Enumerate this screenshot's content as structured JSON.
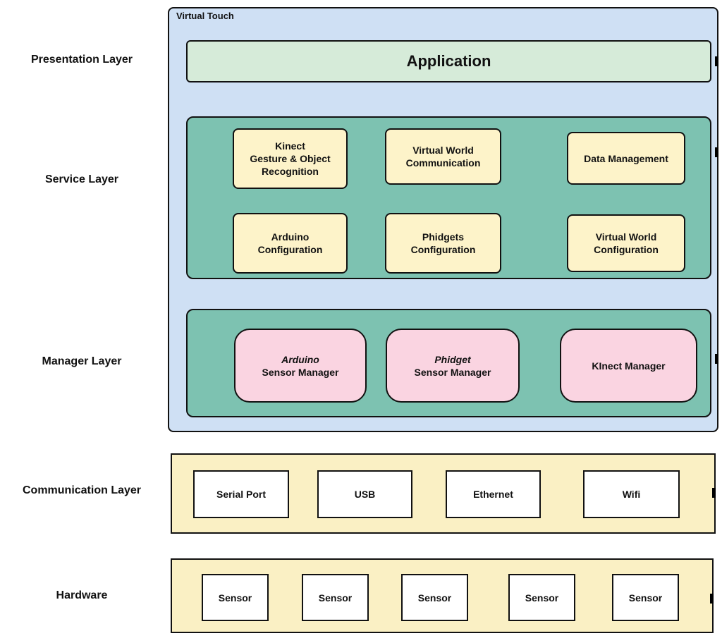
{
  "title": "Virtual Touch",
  "labels": [
    "Presentation Layer",
    "Service Layer",
    "Manager Layer",
    "Communication Layer",
    "Hardware"
  ],
  "presentation": {
    "application": "Application"
  },
  "service": {
    "row1": [
      "Kinect\nGesture & Object\nRecognition",
      "Virtual World\nCommunication",
      "Data Management"
    ],
    "row2": [
      "Arduino\nConfiguration",
      "Phidgets\nConfiguration",
      "Virtual World\nConfiguration"
    ]
  },
  "manager": {
    "boxes": [
      {
        "brand": "Arduino",
        "name": "Sensor Manager"
      },
      {
        "brand": "Phidget",
        "name": "Sensor Manager"
      },
      {
        "brand": "",
        "name": "KInect Manager"
      }
    ]
  },
  "communication": {
    "boxes": [
      "Serial Port",
      "USB",
      "Ethernet",
      "Wifi"
    ]
  },
  "hardware": {
    "boxes": [
      "Sensor",
      "Sensor",
      "Sensor",
      "Sensor",
      "Sensor"
    ]
  },
  "colors": {
    "container-blue": "#cfe0f4",
    "app-green": "#d6ebd9",
    "band-teal": "#7dc2b1",
    "box-yellow": "#fdf3c9",
    "band-yellow": "#faf0c4",
    "box-pink": "#fad4e1",
    "box-white": "#ffffff",
    "border": "#111111"
  }
}
